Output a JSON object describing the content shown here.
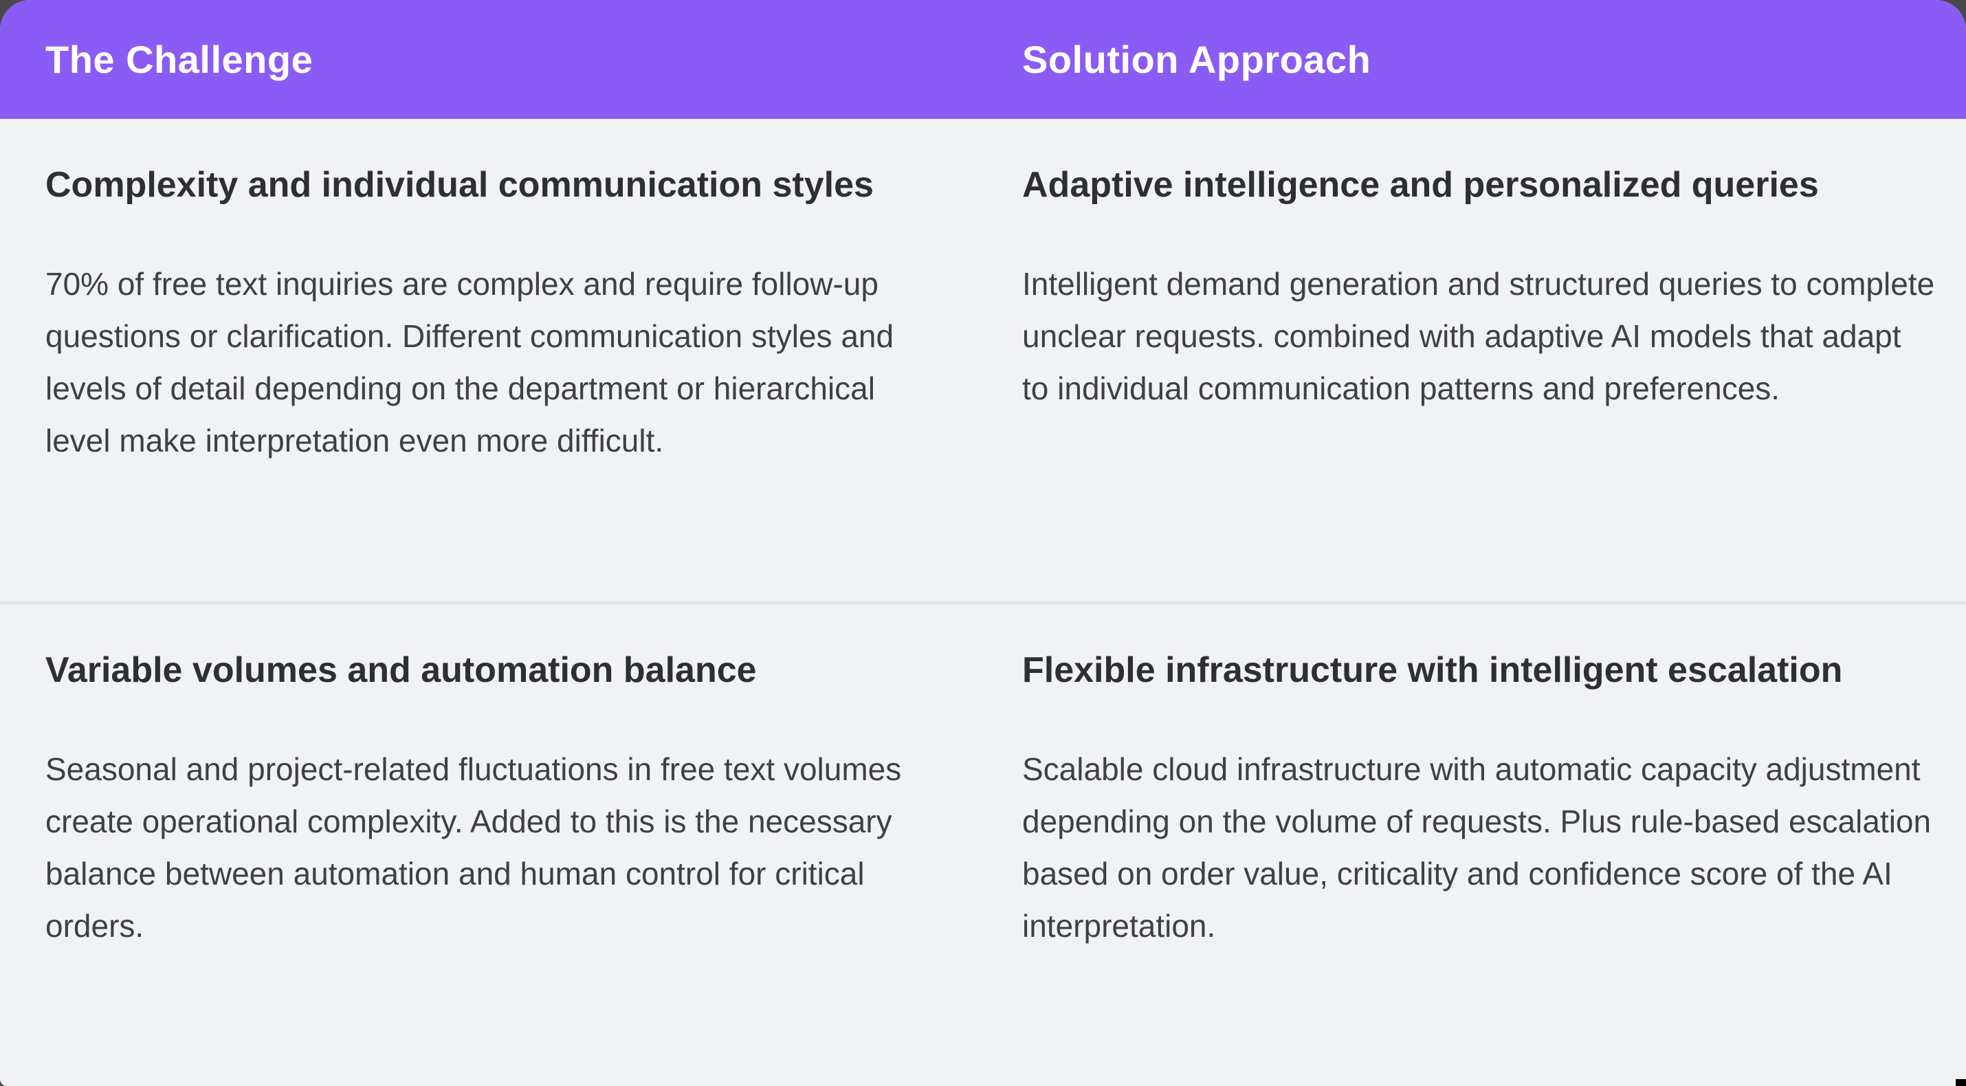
{
  "header": {
    "col1": "The Challenge",
    "col2": "Solution Approach"
  },
  "rows": [
    {
      "challenge": {
        "title": "Complexity and individual communication styles",
        "body": "70% of free text inquiries are complex and require follow-up questions or clarification. Different communication styles and levels of detail depending on the department or hierarchical level make interpretation even more difficult."
      },
      "solution": {
        "title": "Adaptive intelligence and personalized queries",
        "body": "Intelligent demand generation and structured queries to complete unclear requests. combined with adaptive AI models that adapt to individual communication patterns and preferences."
      }
    },
    {
      "challenge": {
        "title": "Variable volumes and automation balance",
        "body": "Seasonal and project-related fluctuations in free text volumes create operational complexity. Added to this is the necessary balance between automation and human control for critical orders."
      },
      "solution": {
        "title": "Flexible infrastructure with intelligent escalation",
        "body": "Scalable cloud infrastructure with automatic capacity adjustment depending on the volume of requests. Plus rule-based escalation based on order value, criticality and confidence score of the AI interpretation."
      }
    }
  ],
  "colors": {
    "header_bg": "#8A5CF5",
    "header_text": "#FFFFFF",
    "content_bg": "#F1F2F4",
    "heading_text": "#2E2F33",
    "body_text": "#3E4045",
    "divider": "#E4E5E8",
    "page_backdrop": "#48484C"
  }
}
